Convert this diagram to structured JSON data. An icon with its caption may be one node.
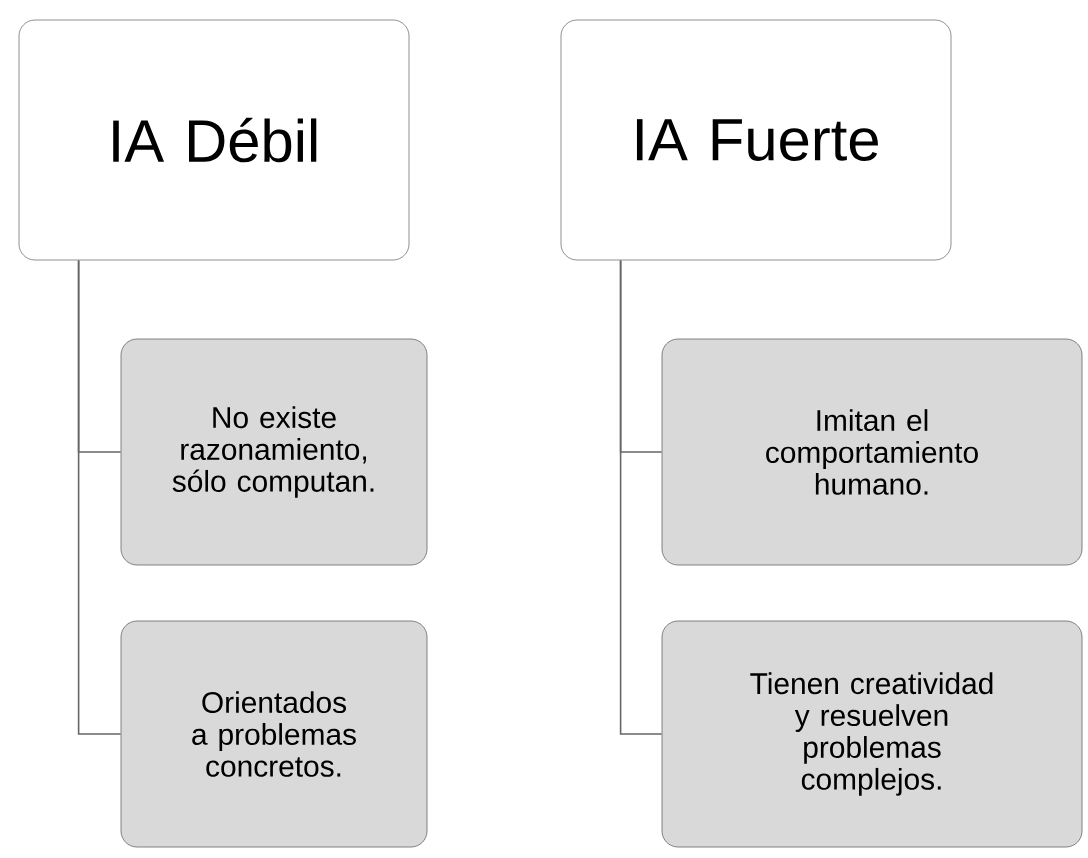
{
  "diagram": {
    "nodes": [
      {
        "text": [
          "IA Débil"
        ]
      },
      {
        "text": [
          "No existe razonamiento, sólo computan."
        ]
      },
      {
        "text": [
          "Orientados a problemas concretos."
        ]
      },
      {
        "text": [
          "IA Fuerte"
        ]
      },
      {
        "text": [
          "Imitan el comportamiento humano."
        ]
      },
      {
        "text": [
          "Tienen creatividad y resuelven problemas complejos."
        ]
      }
    ],
    "edges": [
      {
        "from": 0,
        "to": 1,
        "arrow": "none"
      },
      {
        "from": 0,
        "to": 2,
        "arrow": "none"
      },
      {
        "from": 3,
        "to": 4,
        "arrow": "none"
      },
      {
        "from": 3,
        "to": 5,
        "arrow": "none"
      }
    ]
  }
}
